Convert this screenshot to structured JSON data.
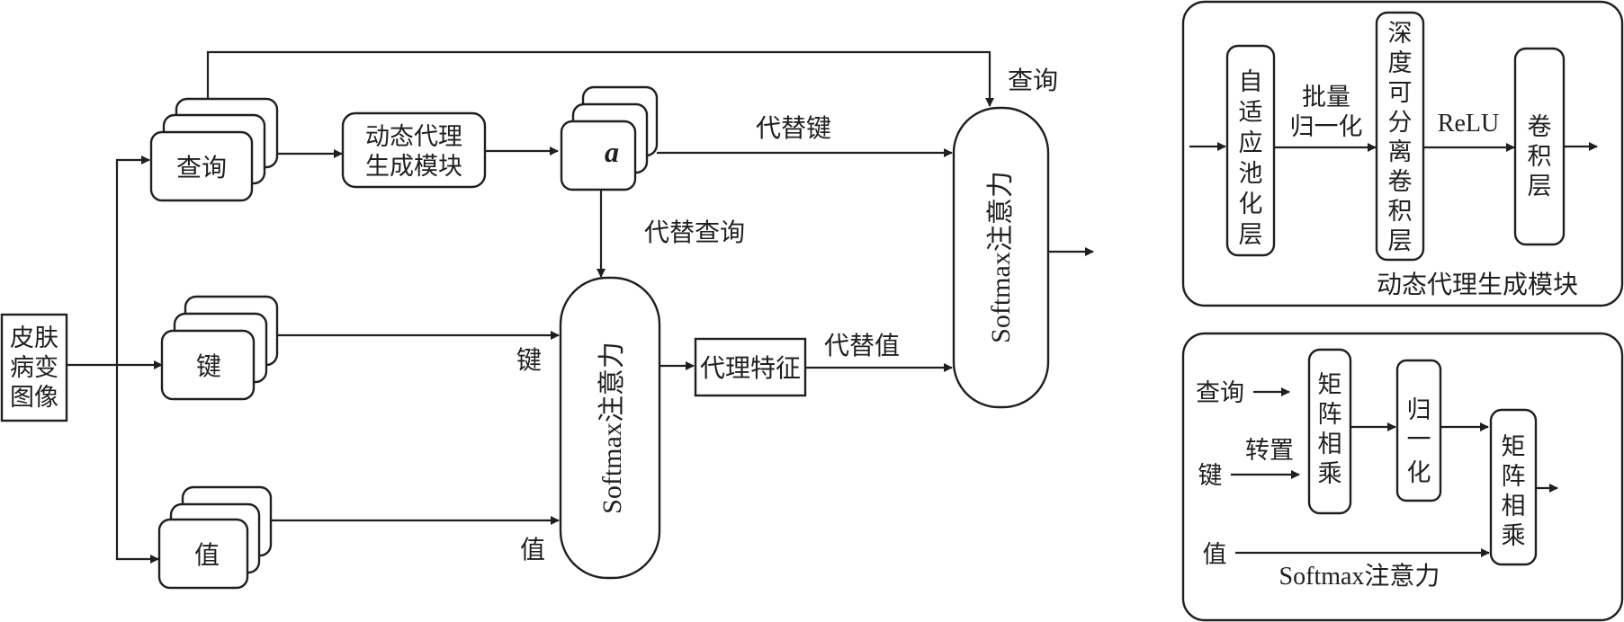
{
  "main": {
    "input_label_lines": [
      "皮肤",
      "病变",
      "图像"
    ],
    "query_label": "查询",
    "key_label": "键",
    "value_label": "值",
    "module_lines": [
      "动态代理",
      "生成模块"
    ],
    "agent_symbol": "a",
    "agent_query_label": "代替查询",
    "agent_key_label": "代替键",
    "agent_value_label": "代替值",
    "query_in_label": "查询",
    "key_in_label": "键",
    "value_in_label": "值",
    "softmax_1": "Softmax注意力",
    "softmax_2": "Softmax注意力",
    "agent_feature": "代理特征"
  },
  "module_panel": {
    "title": "动态代理生成模块",
    "pool_chars": [
      "自",
      "适",
      "应",
      "池",
      "化",
      "层"
    ],
    "bn_lines": [
      "批量",
      "归一化"
    ],
    "dwconv_chars": [
      "深",
      "度",
      "可",
      "分",
      "离",
      "卷",
      "积",
      "层"
    ],
    "relu_label": "ReLU",
    "conv_chars": [
      "卷",
      "积",
      "层"
    ]
  },
  "attention_panel": {
    "title": "Softmax注意力",
    "query_label": "查询",
    "key_label": "键",
    "transpose_label": "转置",
    "value_label": "值",
    "matmul1_chars": [
      "矩",
      "阵",
      "相",
      "乘"
    ],
    "norm_chars": [
      "归",
      "一",
      "化"
    ],
    "matmul2_chars": [
      "矩",
      "阵",
      "相",
      "乘"
    ]
  }
}
